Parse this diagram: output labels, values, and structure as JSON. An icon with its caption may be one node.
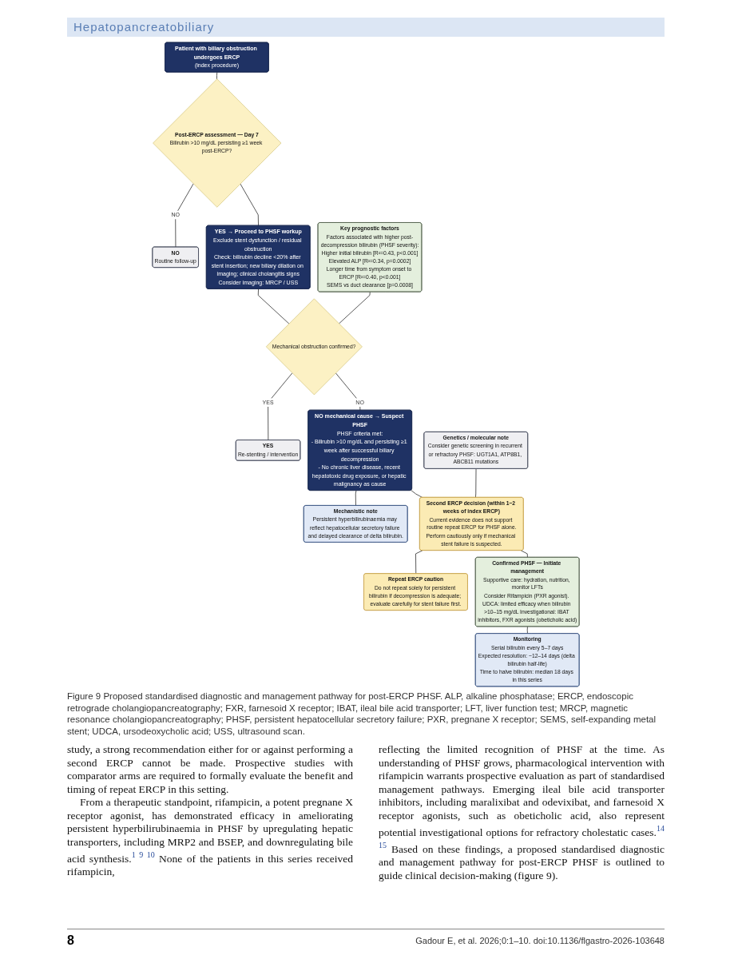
{
  "diagram": {
    "caption": "Figure 9 Proposed standardised diagnostic and management pathway for post-ERCP PHSF. ALP, alkaline phosphatase; ERCP, endoscopic retrograde cholangiopancreatography; FXR, farnesoid X receptor; IBAT, ileal bile acid transporter; LFT, liver function test; MRCP, magnetic resonance cholangiopancreatography; PHSF, persistent hepatocellular secretory failure; PXR, pregnane X receptor; SEMS, self-expanding metal stent; UDCA, ursodeoxycholic acid; USS, ultrasound scan.",
    "nodes": [
      {
        "text": [
          "Patient with biliary obstruction undergoes ERCP",
          "(index procedure)"
        ]
      },
      {
        "text": [
          "Post-ERCP assessment — Day 7",
          "Bilirubin >10 mg/dL persisting ≥1 week post-ERCP?"
        ]
      },
      {
        "text": [
          "NO",
          "Routine follow-up"
        ]
      },
      {
        "text": [
          "YES → Proceed to PHSF workup",
          "Exclude stent dysfunction / residual obstruction",
          "Check: bilirubin decline <20% after stent insertion; new biliary dilation on imaging; clinical cholangitis signs",
          "Consider imaging: MRCP / USS"
        ]
      },
      {
        "text": [
          "Key prognostic factors",
          "Factors associated with higher post-decompression bilirubin (PHSF severity):",
          "Higher initial bilirubin [R²=0.43, p<0.001]",
          "Elevated ALP [R²=0.34, p=0.0002]",
          "Longer time from symptom onset to ERCP [R²=0.40, p<0.001]",
          "SEMS vs duct clearance [p=0.0008]"
        ]
      },
      {
        "text": [
          "Mechanical obstruction confirmed?"
        ]
      },
      {
        "text": [
          "YES",
          "Re-stenting / intervention"
        ]
      },
      {
        "text": [
          "NO mechanical cause → Suspect PHSF",
          "PHSF criteria met:",
          "- Bilirubin >10 mg/dL and persisting ≥1 week after successful biliary decompression",
          "- No chronic liver disease, recent hepatotoxic drug exposure, or hepatic malignancy as cause"
        ]
      },
      {
        "text": [
          "Mechanistic note",
          "Persistent hyperbilirubinaemia may reflect hepatocellular secretory failure and delayed clearance of delta bilirubin."
        ]
      },
      {
        "text": [
          "Genetics / molecular note",
          "Consider genetic screening in recurrent or refractory PHSF: UGT1A1, ATP8B1, ABCB11 mutations"
        ]
      },
      {
        "text": [
          "Second ERCP decision (within 1–2 weeks of index ERCP)",
          "Current evidence does not support routine repeat ERCP for PHSF alone.",
          "Perform cautiously only if mechanical stent failure is suspected."
        ]
      },
      {
        "text": [
          "Repeat ERCP caution",
          "Do not repeat solely for persistent bilirubin if decompression is adequate; evaluate carefully for stent failure first."
        ]
      },
      {
        "text": [
          "Confirmed PHSF — Initiate management",
          "Supportive care: hydration, nutrition, monitor LFTs",
          "Consider Rifampicin (PXR agonist). UDCA: limited efficacy when bilirubin >10–15 mg/dL Investigational: IBAT inhibitors, FXR agonists (obeticholic acid)"
        ]
      },
      {
        "text": [
          "Monitoring",
          "Serial bilirubin every 5–7 days",
          "Expected resolution: ~12–14 days (delta bilirubin half-life)",
          "Time to halve bilirubin: median 18 days in this series"
        ]
      }
    ],
    "edges": [
      {
        "from": 0,
        "to": 1,
        "arrow": "none"
      },
      {
        "from": 1,
        "to": 2,
        "arrow": "none",
        "label": "NO"
      },
      {
        "from": 1,
        "to": 3,
        "arrow": "none"
      },
      {
        "from": 3,
        "to": 5,
        "arrow": "none"
      },
      {
        "from": 4,
        "to": 5,
        "arrow": "none"
      },
      {
        "from": 5,
        "to": 6,
        "arrow": "none",
        "label": "YES"
      },
      {
        "from": 5,
        "to": 7,
        "arrow": "none",
        "label": "NO"
      },
      {
        "from": 7,
        "to": 8,
        "arrow": "none"
      },
      {
        "from": 7,
        "to": 10,
        "arrow": "none"
      },
      {
        "from": 9,
        "to": 10,
        "arrow": "none"
      },
      {
        "from": 10,
        "to": 11,
        "arrow": "none"
      },
      {
        "from": 10,
        "to": 12,
        "arrow": "none"
      },
      {
        "from": 12,
        "to": 13,
        "arrow": "none"
      }
    ],
    "labels": [
      "Hepatopancreatobiliary",
      "study, a strong recommendation either for or against performing a second ERCP cannot be made. Prospective studies with comparator arms are required to formally evaluate the benefit and timing of repeat ERCP in this setting.",
      "From a therapeutic standpoint, rifampicin, a potent pregnane X receptor agonist, has demonstrated efficacy in ameliorating persistent hyperbilirubinaemia in PHSF by upregulating hepatic transporters, including MRP2 and BSEP, and downregulating bile acid synthesis.$^{1 9 10}$ None of the patients in this series received rifampicin,",
      "reflecting the limited recognition of PHSF at the time. As understanding of PHSF grows, pharmacological intervention with rifampicin warrants prospective evaluation as part of standardised management pathways. Emerging ileal bile acid transporter inhibitors, including maralixibat and odevixibat, and farnesoid X receptor agonists, such as obeticholic acid, also represent potential investigational options for refractory cholestatic cases.$^{14 15}$ Based on these findings, a proposed standardised diagnostic and management pathway for post-ERCP PHSF is outlined to guide clinical decision-making (figure 9).",
      "8",
      "Gadour E, et al. 2026;0:1–10. doi:10.1136/flgastro-2026-103648"
    ]
  }
}
